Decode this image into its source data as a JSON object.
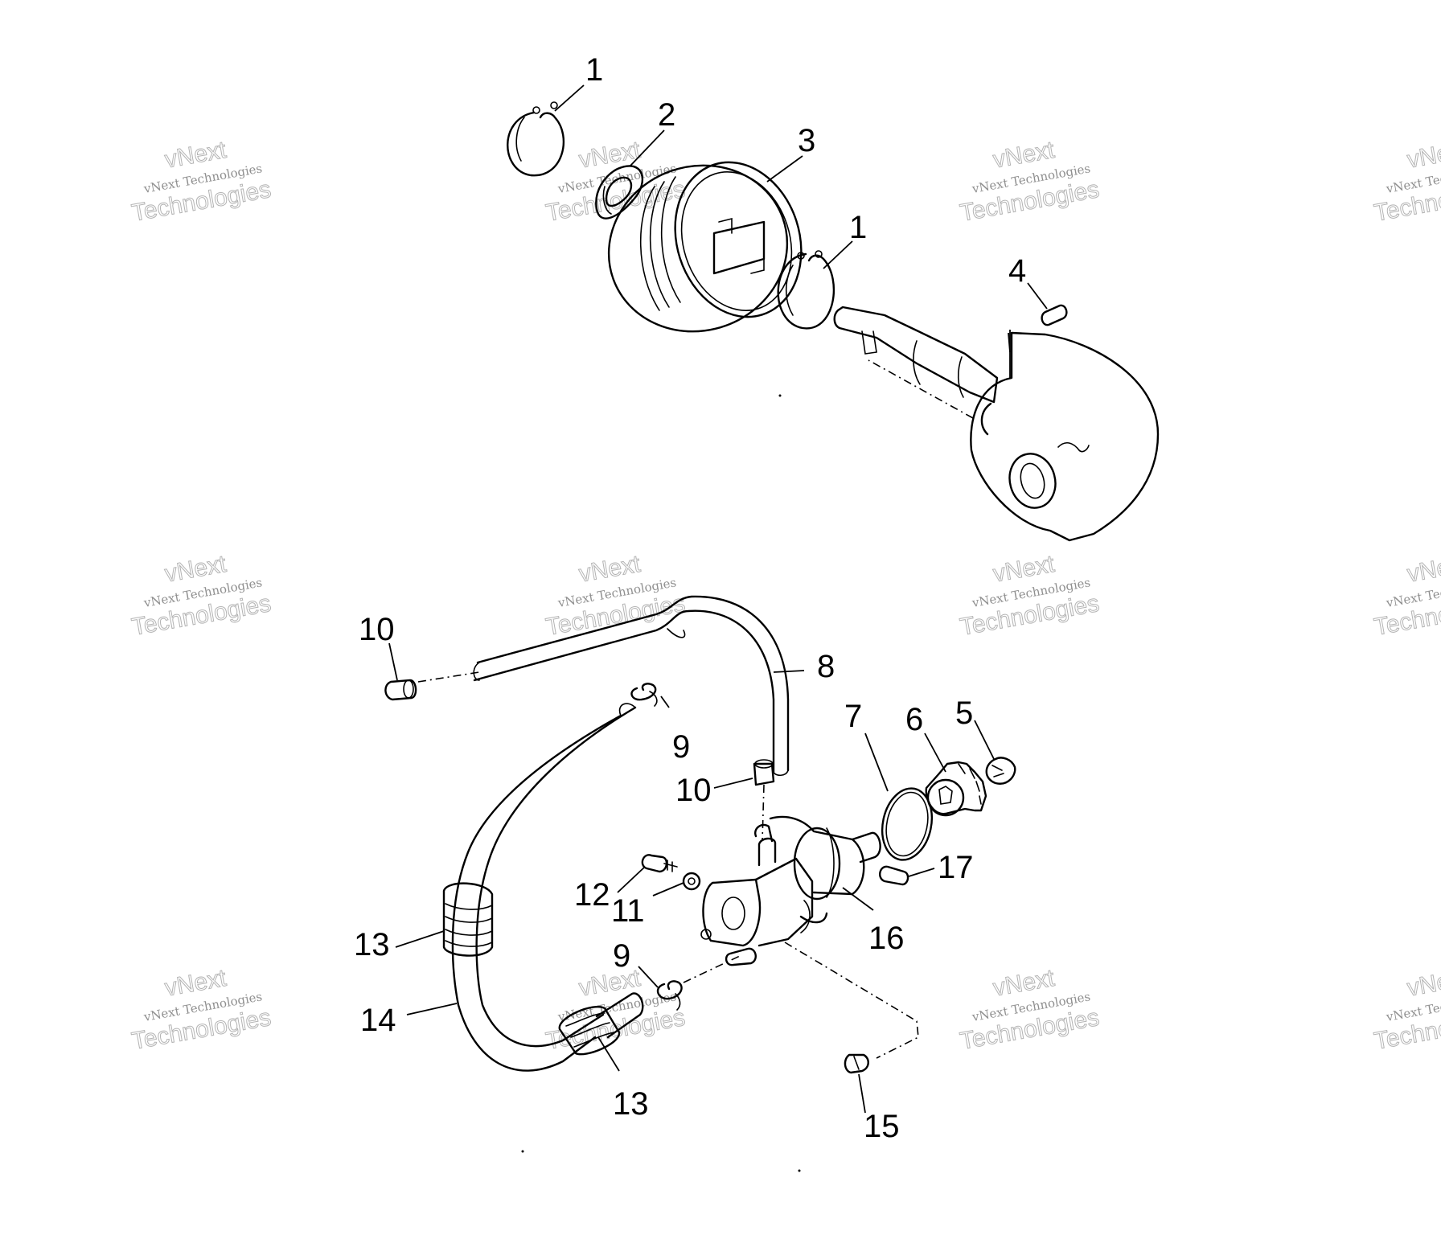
{
  "callouts": [
    {
      "id": "c1a",
      "label": "1"
    },
    {
      "id": "c2",
      "label": "2"
    },
    {
      "id": "c3",
      "label": "3"
    },
    {
      "id": "c1b",
      "label": "1"
    },
    {
      "id": "c4",
      "label": "4"
    },
    {
      "id": "c10a",
      "label": "10"
    },
    {
      "id": "c8",
      "label": "8"
    },
    {
      "id": "c9a",
      "label": "9"
    },
    {
      "id": "c10b",
      "label": "10"
    },
    {
      "id": "c7",
      "label": "7"
    },
    {
      "id": "c6",
      "label": "6"
    },
    {
      "id": "c5",
      "label": "5"
    },
    {
      "id": "c17",
      "label": "17"
    },
    {
      "id": "c12",
      "label": "12"
    },
    {
      "id": "c11",
      "label": "11"
    },
    {
      "id": "c16",
      "label": "16"
    },
    {
      "id": "c13a",
      "label": "13"
    },
    {
      "id": "c9b",
      "label": "9"
    },
    {
      "id": "c14",
      "label": "14"
    },
    {
      "id": "c13b",
      "label": "13"
    },
    {
      "id": "c15",
      "label": "15"
    }
  ],
  "watermark": {
    "line_small_1": "vNext",
    "line_small_2": "vNext Technologies",
    "line_big": "Technologies"
  }
}
